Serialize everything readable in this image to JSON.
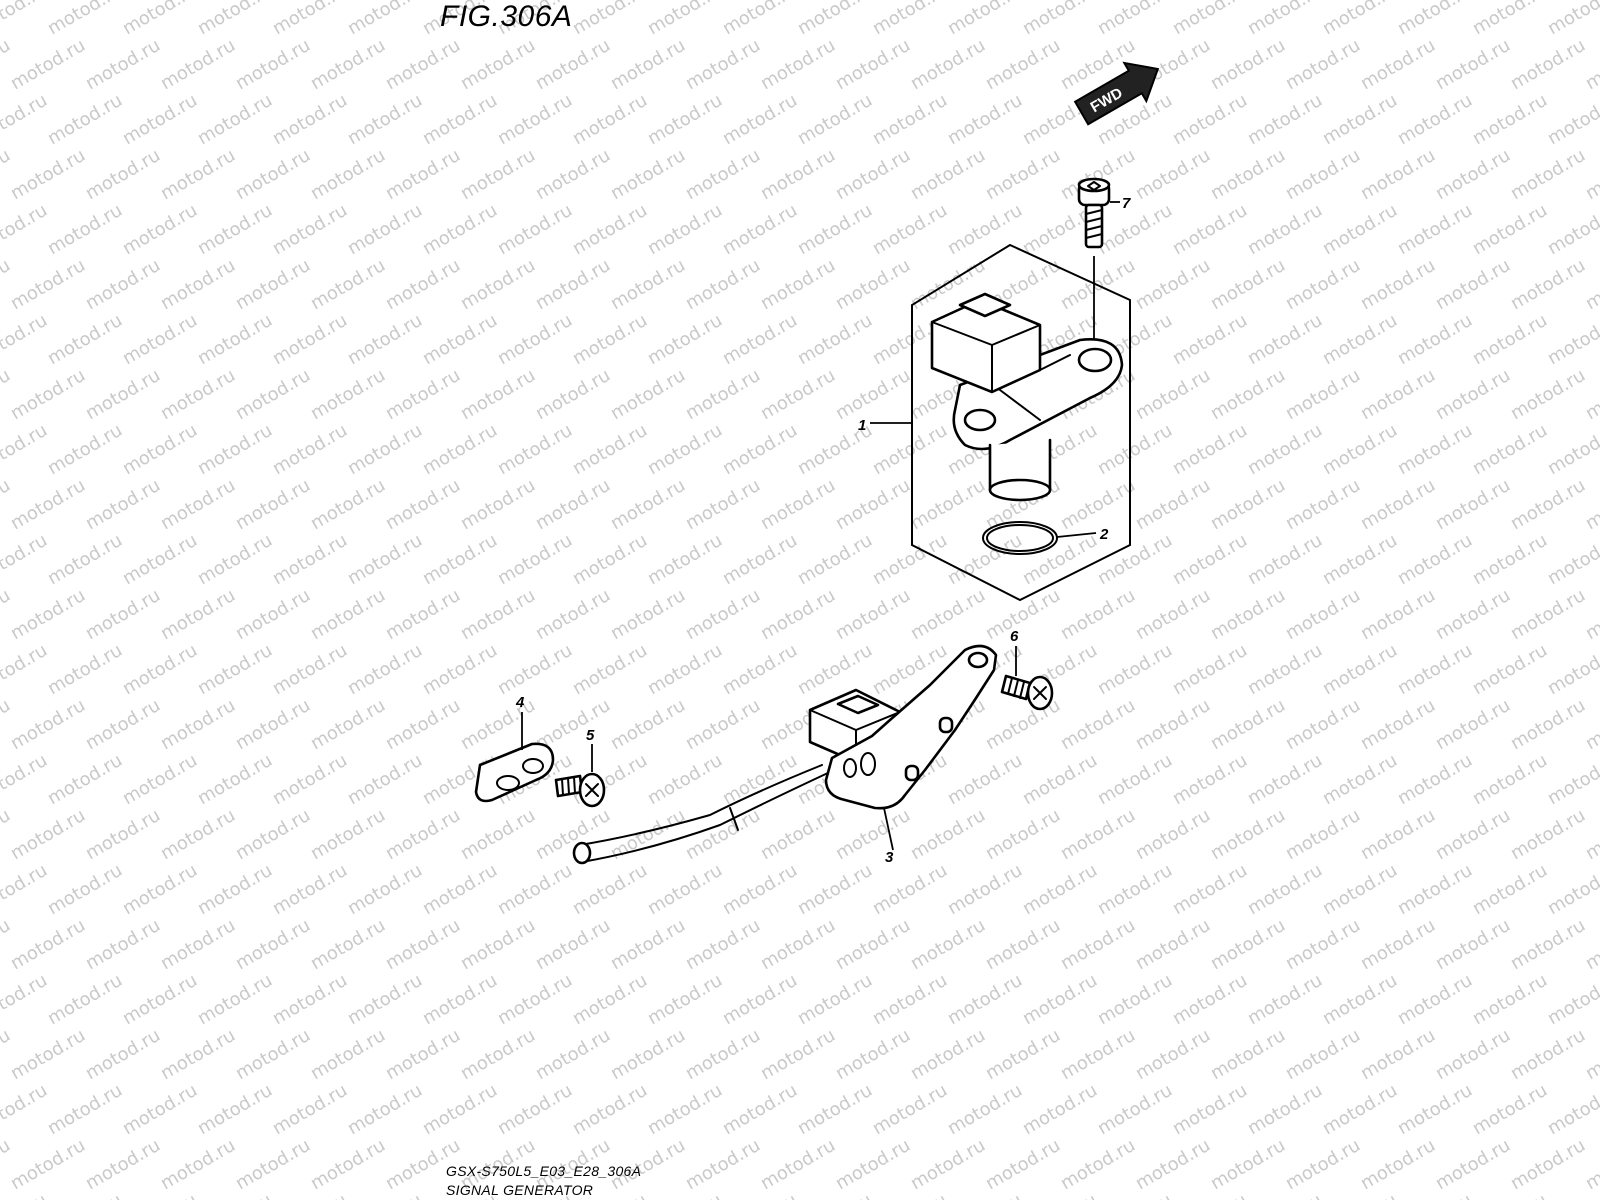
{
  "figure": {
    "title": "FIG.306A",
    "code": "GSX-S750L5_E03_E28_306A",
    "name": "SIGNAL GENERATOR"
  },
  "direction_badge": "FWD",
  "watermark": "motod.ru",
  "callouts": [
    "1",
    "2",
    "3",
    "4",
    "5",
    "6",
    "7"
  ]
}
